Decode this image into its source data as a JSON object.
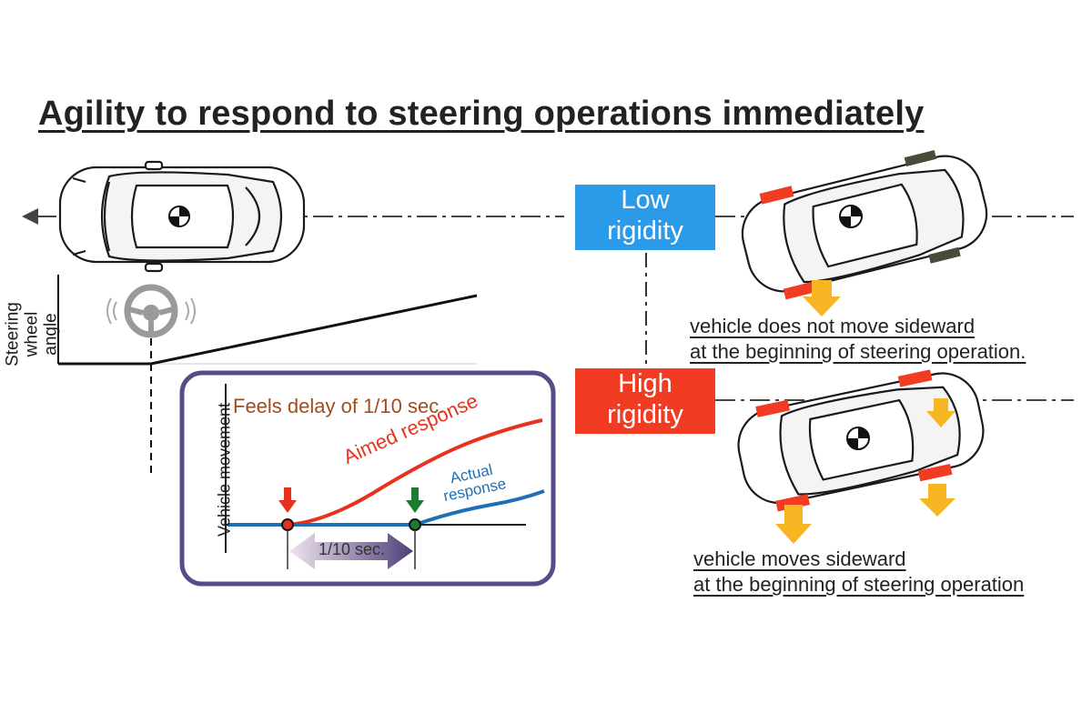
{
  "title": "Agility to respond to steering operations immediately",
  "steering_axis": {
    "line1": "Steering",
    "line2": "wheel angle"
  },
  "inset": {
    "y_label": "Vehicle movement",
    "delay_note": "Feels delay of 1/10 sec.",
    "aimed": "Aimed response",
    "actual_line1": "Actual",
    "actual_line2": "response",
    "interval": "1/10 sec."
  },
  "low_rigidity": {
    "line1": "Low",
    "line2": "rigidity",
    "caption1": "vehicle does not move sideward",
    "caption2": "at the beginning of steering operation."
  },
  "high_rigidity": {
    "line1": "High",
    "line2": "rigidity",
    "caption1": "vehicle moves sideward",
    "caption2": "at the beginning of steering operation"
  },
  "colors": {
    "low": "#2b9ae8",
    "high": "#f23b23",
    "aimed": "#e8321e",
    "actual": "#1e6fb6",
    "arrow_yellow": "#f7b524",
    "inset_border": "#5b4a8a",
    "green_marker": "#1e7a2e"
  }
}
